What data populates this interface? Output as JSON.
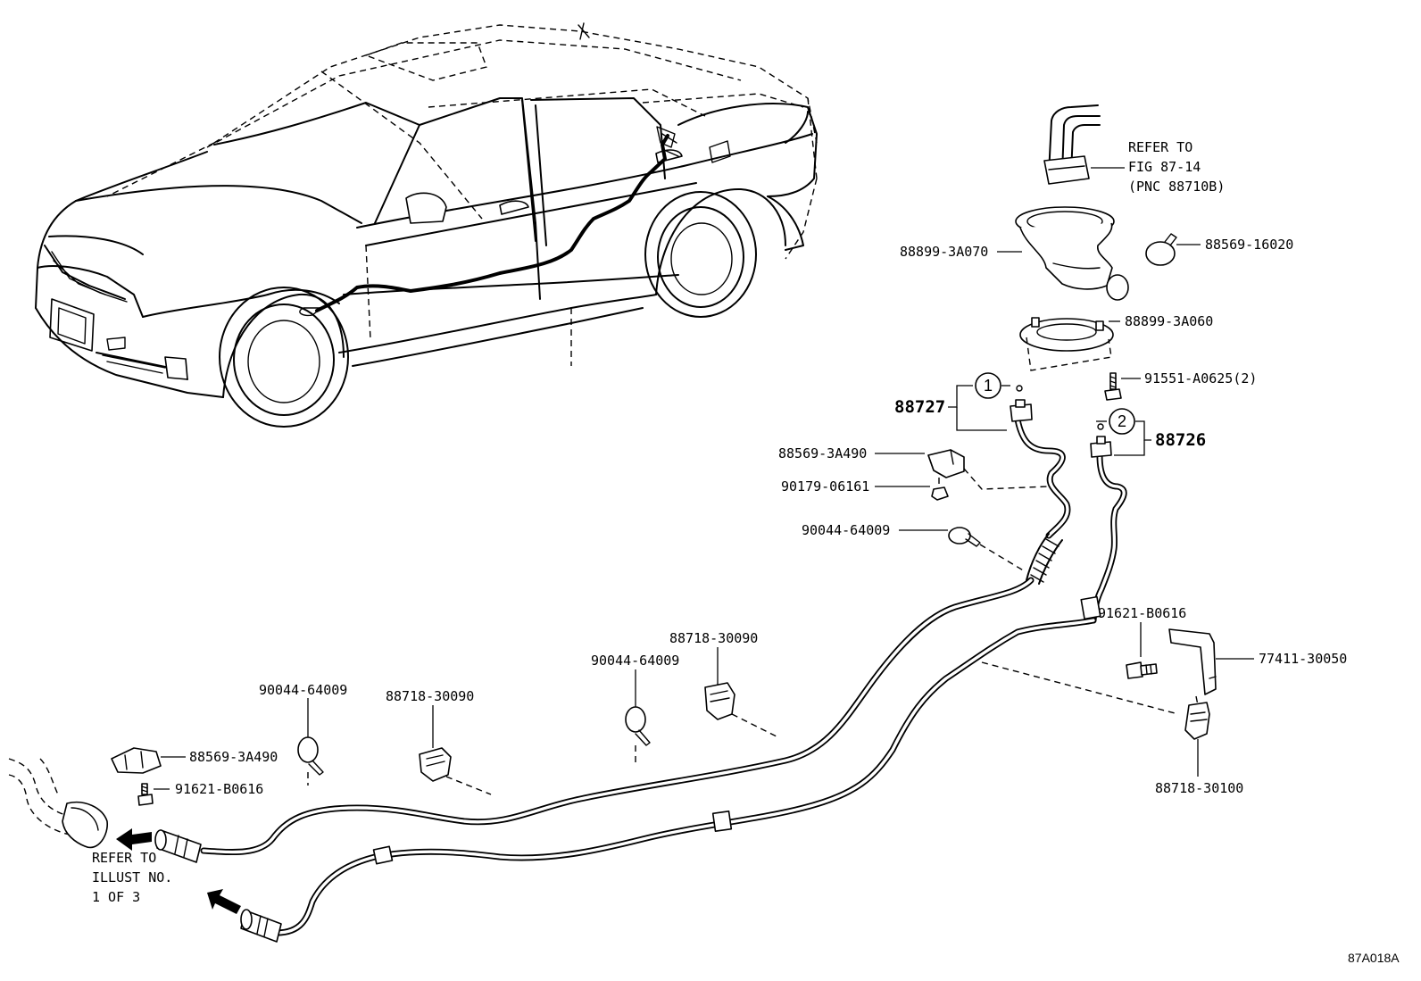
{
  "labels": {
    "refer_fig_1": "REFER TO",
    "refer_fig_2": "FIG 87-14",
    "refer_fig_3": "(PNC 88710B)",
    "p88899_3A070": "88899-3A070",
    "p88569_16020": "88569-16020",
    "p88899_3A060": "88899-3A060",
    "p91551_A0625": "91551-A0625(2)",
    "p88727": "88727",
    "p88726": "88726",
    "circle_1": "1",
    "circle_2": "2",
    "p88569_3A490_upper": "88569-3A490",
    "p90179_06161": "90179-06161",
    "p90044_64009_upper": "90044-64009",
    "p91621_B0616_right": "91621-B0616",
    "p77411_30050": "77411-30050",
    "p88718_30100": "88718-30100",
    "p88718_30090_mid": "88718-30090",
    "p90044_64009_mid": "90044-64009",
    "p90044_64009_left": "90044-64009",
    "p88718_30090_left": "88718-30090",
    "p88569_3A490_lower": "88569-3A490",
    "p91621_B0616_left": "91621-B0616",
    "refer_illust_1": "REFER TO",
    "refer_illust_2": "ILLUST NO.",
    "refer_illust_3": "1 OF 3",
    "figure_code": "87A018A"
  }
}
